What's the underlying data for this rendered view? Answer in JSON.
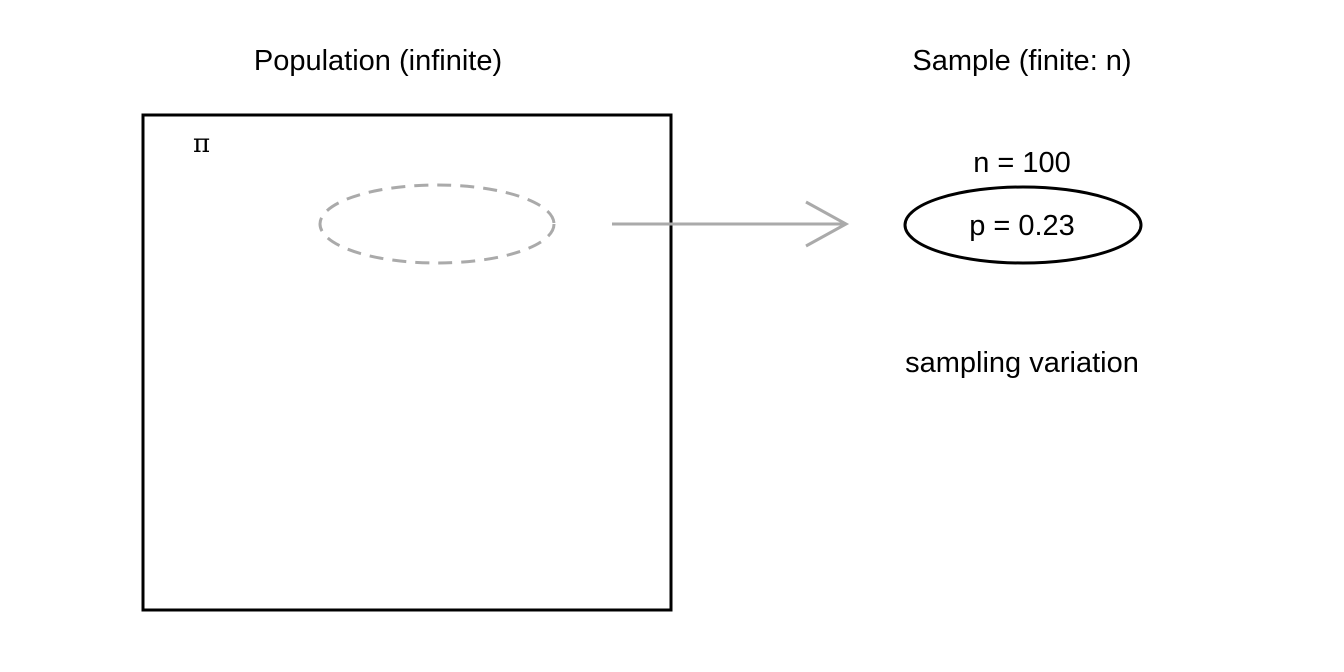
{
  "population": {
    "title": "Population (infinite)",
    "parameter_symbol": "π"
  },
  "sample": {
    "title": "Sample (finite: n)",
    "size_label": "n = 100",
    "statistic_label": "p = 0.23",
    "note": "sampling variation"
  },
  "colors": {
    "outline": "#000000",
    "sample_region": "#aaaaaa",
    "arrow": "#aaaaaa"
  }
}
